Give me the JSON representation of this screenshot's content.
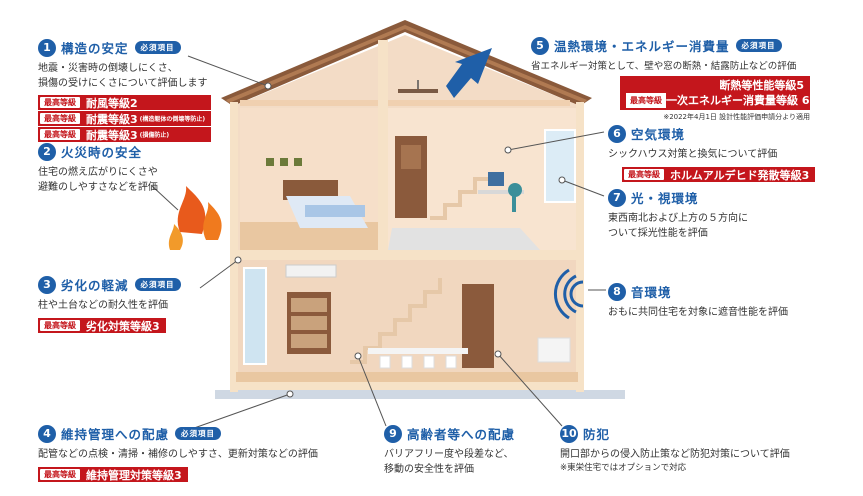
{
  "required_label": "必須項目",
  "grade_label": "最高等級",
  "sections": [
    {
      "num": "1",
      "title": "構造の安定",
      "desc_lines": [
        "地震・災害時の倒壊しにくさ、",
        "損傷の受けにくさについて評価します"
      ],
      "grades": [
        {
          "value": "耐風等級2",
          "small": ""
        },
        {
          "value": "耐震等級3",
          "small": "(構造躯体の倒壊等防止)"
        },
        {
          "value": "耐震等級3",
          "small": "(損傷防止)"
        }
      ]
    },
    {
      "num": "2",
      "title": "火災時の安全",
      "desc_lines": [
        "住宅の燃え広がりにくさや",
        "避難のしやすさなどを評価"
      ]
    },
    {
      "num": "3",
      "title": "劣化の軽減",
      "desc_lines": [
        "柱や土台などの耐久性を評価"
      ],
      "grades": [
        {
          "value": "劣化対策等級3",
          "small": ""
        }
      ]
    },
    {
      "num": "4",
      "title": "維持管理への配慮",
      "desc_lines": [
        "配管などの点検・清掃・補修のしやすさ、更新対策などの評価"
      ],
      "grades": [
        {
          "value": "維持管理対策等級3",
          "small": ""
        }
      ]
    },
    {
      "num": "5",
      "title": "温熱環境・エネルギー消費量",
      "desc_lines": [
        "省エネルギー対策として、壁や窓の断熱・結露防止などの評価"
      ],
      "grade_lines": [
        "断熱等性能等級5",
        "一次エネルギー消費量等級 6"
      ],
      "note": "※2022年4月1日 設計性能評価申請分より適用"
    },
    {
      "num": "6",
      "title": "空気環境",
      "desc_lines": [
        "シックハウス対策と換気について評価"
      ],
      "grades": [
        {
          "value": "ホルムアルデヒド発散等級3",
          "small": ""
        }
      ]
    },
    {
      "num": "7",
      "title": "光・視環境",
      "desc_lines": [
        "東西南北および上方の５方向に",
        "ついて採光性能を評価"
      ]
    },
    {
      "num": "8",
      "title": "音環境",
      "desc_lines": [
        "おもに共同住宅を対象に遮音性能を評価"
      ]
    },
    {
      "num": "9",
      "title": "高齢者等への配慮",
      "desc_lines": [
        "バリアフリー度や段差など、",
        "移動の安全性を評価"
      ]
    },
    {
      "num": "10",
      "title": "防犯",
      "desc_lines": [
        "開口部からの侵入防止策など防犯対策について評価",
        "※東栄住宅ではオプションで対応"
      ]
    }
  ],
  "colors": {
    "accent": "#1f5fa8",
    "badge": "#c4161c",
    "wall": "#f7e4d2",
    "frame": "#e8cfa4"
  }
}
